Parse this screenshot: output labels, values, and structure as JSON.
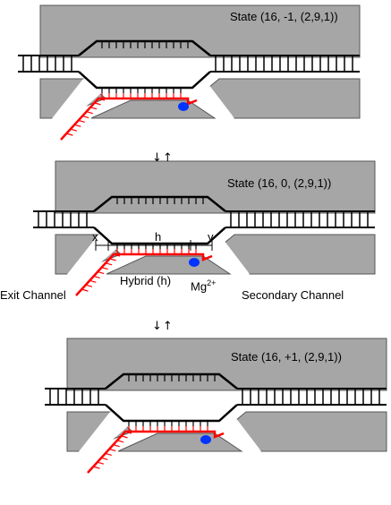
{
  "panels": [
    {
      "state_label": "State (16, -1, (2,9,1))"
    },
    {
      "state_label": "State (16, 0, (2,9,1))"
    },
    {
      "state_label": "State (16, +1, (2,9,1))"
    }
  ],
  "annotations": {
    "x": "x",
    "h": "h",
    "y": "y",
    "hybrid": "Hybrid (h)",
    "mg_base": "Mg",
    "mg_sup": "2+",
    "exit_channel": "Exit Channel",
    "secondary_channel": "Secondary Channel"
  },
  "transition_arrows": "↓↑",
  "colors": {
    "protein": "#a6a6a6",
    "rna": "#ff0000",
    "dna": "#000000",
    "mg_ion": "#0033ff"
  }
}
